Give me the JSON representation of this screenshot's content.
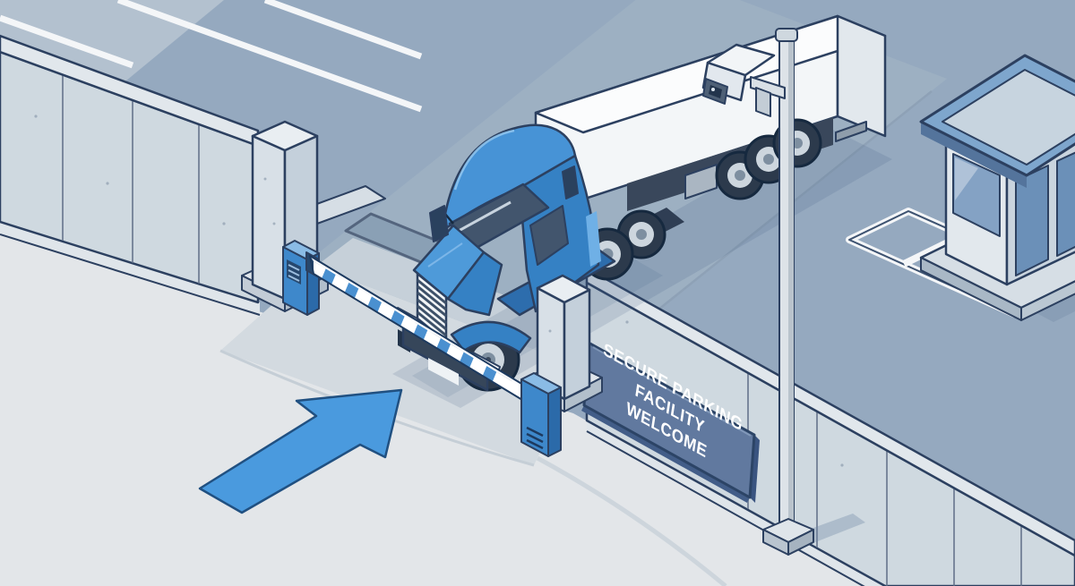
{
  "scene": {
    "description": "Isometric illustration of a blue semi truck passing through a barrier gate at a secure parking facility, with CCTV camera on a pole, guard booth, parking bay markings and a blue direction arrow",
    "sign": {
      "line1": "SECURE PARKING",
      "line2": "FACILITY",
      "line3": "WELCOME"
    },
    "objects": [
      "perimeter-wall",
      "entrance-gate",
      "barrier-arm",
      "gate-pillars",
      "blue-gate-posts",
      "blue-semi-truck",
      "white-trailer",
      "cctv-camera",
      "camera-pole",
      "guard-booth",
      "parking-bay-markings",
      "facility-sign",
      "direction-arrow",
      "vehicle-sensor-strip"
    ]
  },
  "colors": {
    "ground_inside": "#95a9bf",
    "ground_outside": "#e3e6e9",
    "road": "#9db0c2",
    "apron": "#d3dae0",
    "threshold": "#c6d0d9",
    "wall_face": "#cfd9e0",
    "wall_top": "#e1e7ec",
    "outline": "#2c4060",
    "pillar_light": "#d8e0e7",
    "pillar_shade": "#c4d0db",
    "post_blue": "#3e88cb",
    "post_blue_dark": "#2b6aa9",
    "post_blue_top": "#8abbe5",
    "barrier_stripe": "#4a90d0",
    "truck_blue": "#3581c4",
    "truck_blue_light": "#4793d6",
    "truck_blue_dark": "#2d6dad",
    "hood_blue": "#4e9ad9",
    "glass": "#42556d",
    "trailer_white": "#f3f6f8",
    "trailer_top": "#fbfcfd",
    "metal_light": "#dde3e8",
    "sign_panel": "#61799f",
    "sign_border": "#2c4466",
    "sign_text": "#ffffff",
    "arrow_blue": "#4a9ade",
    "arrow_outline": "#205081",
    "booth_roof_frame": "#7ea6cd",
    "booth_glass": "#6b90b8",
    "line_white": "#f4f6f8"
  }
}
